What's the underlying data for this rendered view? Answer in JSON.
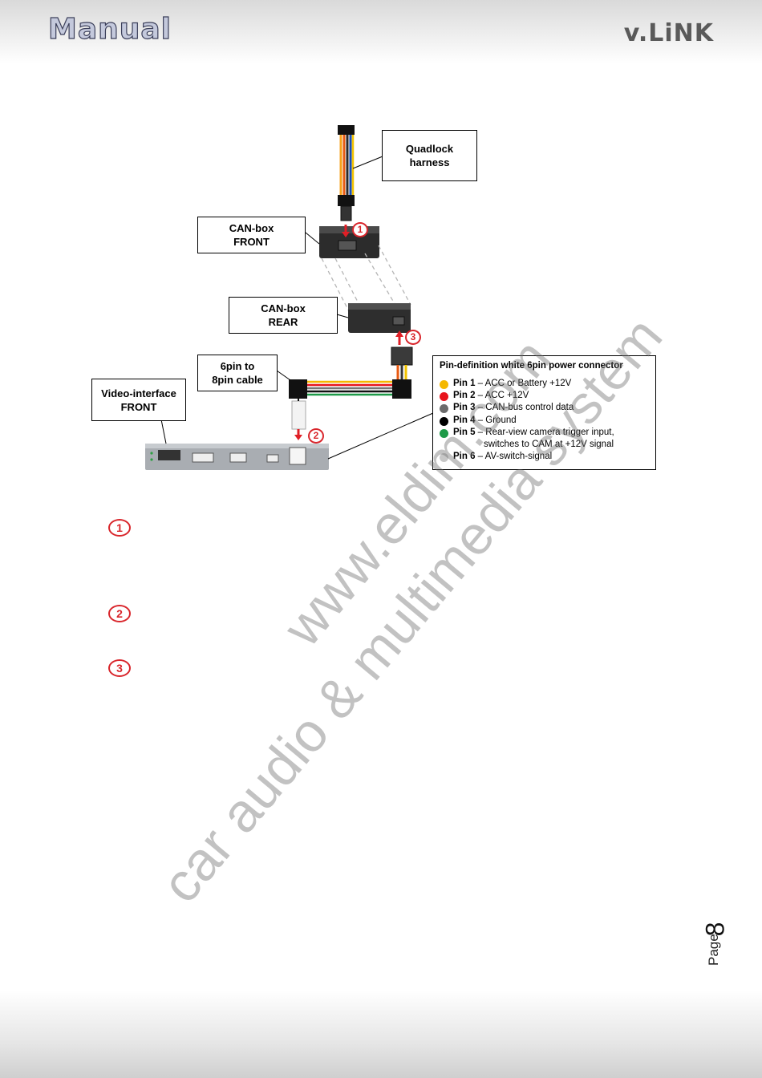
{
  "header": {
    "title": "Manual",
    "brand": "v.LiNK"
  },
  "diagram": {
    "labels": {
      "quadlock": [
        "Quadlock",
        "harness"
      ],
      "canbox_front": [
        "CAN-box",
        "FRONT"
      ],
      "canbox_rear": [
        "CAN-box",
        "REAR"
      ],
      "cable": [
        "6pin to",
        "8pin cable"
      ],
      "video_interface": [
        "Video-interface",
        "FRONT"
      ]
    },
    "markers": [
      "1",
      "2",
      "3"
    ],
    "pin_definition": {
      "title": "Pin-definition white 6pin power connector",
      "pins": [
        {
          "pin": "Pin 1",
          "desc": " – ACC or Battery +12V",
          "color": "#f5b800"
        },
        {
          "pin": "Pin 2",
          "desc": " – ACC +12V",
          "color": "#e8141c"
        },
        {
          "pin": "Pin 3",
          "desc": " – CAN-bus control data",
          "color": "#6b6b6b"
        },
        {
          "pin": "Pin 4",
          "desc": " – Ground",
          "color": "#000000"
        },
        {
          "pin": "Pin 5",
          "desc": " – Rear-view camera trigger input,",
          "desc2": "switches to CAM at +12V signal",
          "color": "#1e9a48"
        },
        {
          "pin": "Pin 6",
          "desc": " – AV-switch-signal",
          "color": "#c7c7c7"
        }
      ]
    }
  },
  "steps": [
    "1",
    "2",
    "3"
  ],
  "watermark": {
    "line1": "www.eldim.com",
    "line2": "car audio & multimedia system"
  },
  "page": {
    "label": "Page",
    "number": "8"
  }
}
